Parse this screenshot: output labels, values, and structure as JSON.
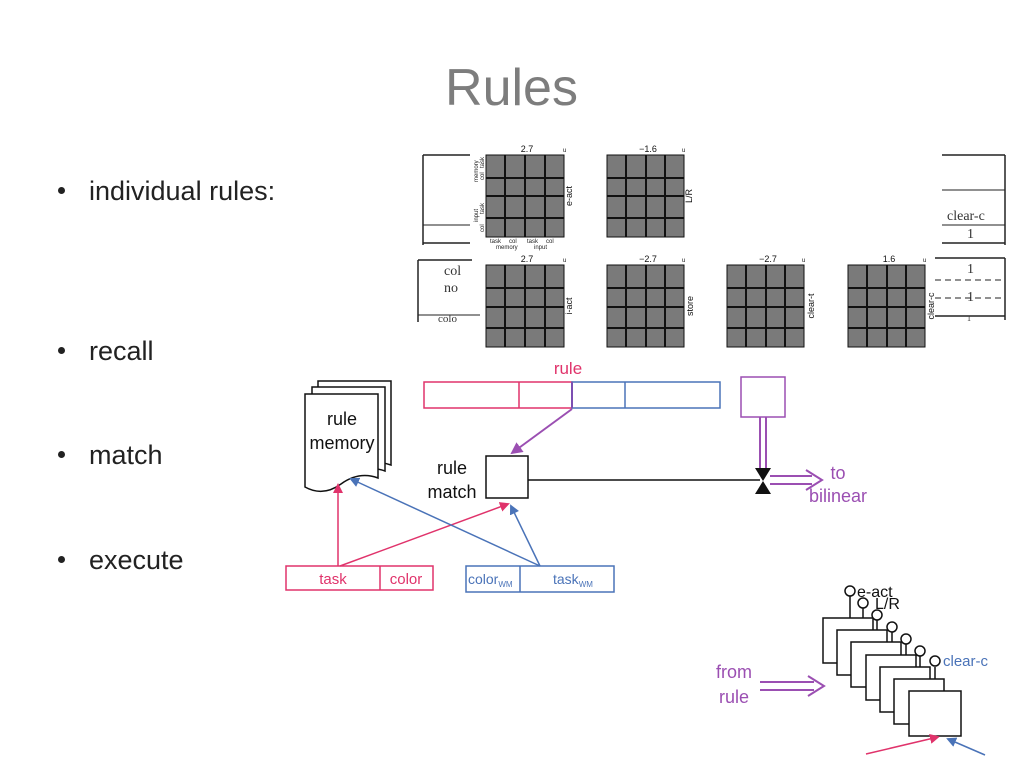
{
  "slide": {
    "title": "Rules"
  },
  "bullets": [
    {
      "text": "individual rules:"
    },
    {
      "text": "recall"
    },
    {
      "text": "match"
    },
    {
      "text": "execute"
    }
  ],
  "matrices": [
    {
      "value": "2.7",
      "side_label": "e-act",
      "corner": "u"
    },
    {
      "value": "−1.6",
      "side_label": "L/R",
      "corner": "u"
    },
    {
      "value": "2.7",
      "side_label": "i-act",
      "corner": "u"
    },
    {
      "value": "−2.7",
      "side_label": "store",
      "corner": "u"
    },
    {
      "value": "−2.7",
      "side_label": "clear-t",
      "corner": "u"
    },
    {
      "value": "1.6",
      "side_label": "clear-c",
      "corner": "u"
    }
  ],
  "matrix_axes": {
    "y_labels": [
      "memory",
      "col",
      "task",
      "input",
      "col",
      "task"
    ],
    "x_labels": [
      "task",
      "col",
      "task",
      "col"
    ],
    "x_groups": [
      "memory",
      "input"
    ]
  },
  "table_fragments": {
    "left": [
      "col",
      "no",
      "colo"
    ],
    "right": [
      "clear-c",
      "1",
      "1",
      "1",
      "1"
    ]
  },
  "diagram": {
    "rule_label": "rule",
    "rule_memory": [
      "rule",
      "memory"
    ],
    "rule_match": [
      "rule",
      "match"
    ],
    "to_bilinear": [
      "to",
      "bilinear"
    ],
    "task": "task",
    "color": "color",
    "color_wm": "color",
    "task_wm": "task",
    "wm_sub": "WM",
    "stack_labels": [
      "e-act",
      "L/R",
      "clear-c"
    ],
    "from_rule": [
      "from",
      "rule"
    ]
  },
  "colors": {
    "pink": "#e0336b",
    "blue": "#4a73b8",
    "purple": "#9b4fb2",
    "title": "#7d7d7d"
  }
}
